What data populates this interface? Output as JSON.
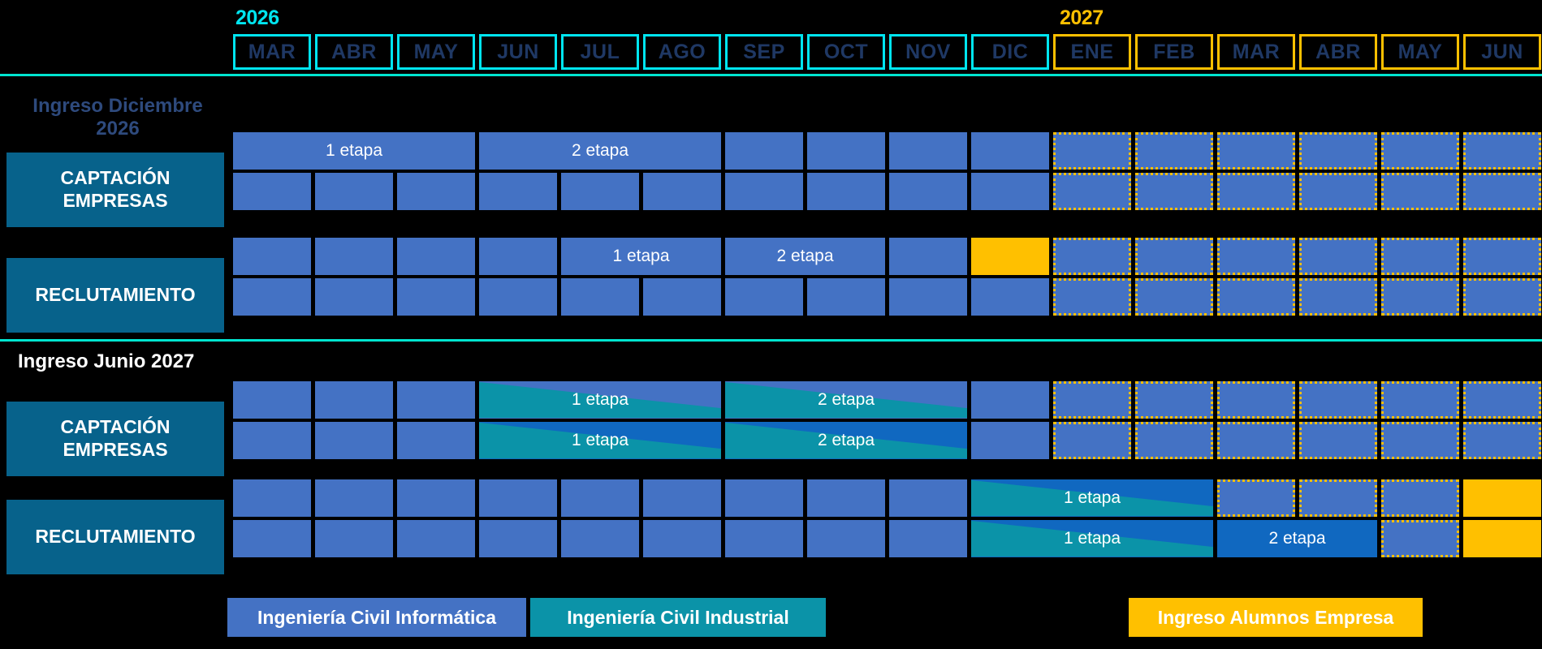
{
  "years": [
    {
      "label": "2026",
      "color": "#00E5F0"
    },
    {
      "label": "2027",
      "color": "#FFC000"
    }
  ],
  "months": [
    {
      "label": "MAR",
      "year": "2026"
    },
    {
      "label": "ABR",
      "year": "2026"
    },
    {
      "label": "MAY",
      "year": "2026"
    },
    {
      "label": "JUN",
      "year": "2026"
    },
    {
      "label": "JUL",
      "year": "2026"
    },
    {
      "label": "AGO",
      "year": "2026"
    },
    {
      "label": "SEP",
      "year": "2026"
    },
    {
      "label": "OCT",
      "year": "2026"
    },
    {
      "label": "NOV",
      "year": "2026"
    },
    {
      "label": "DIC",
      "year": "2026"
    },
    {
      "label": "ENE",
      "year": "2027"
    },
    {
      "label": "FEB",
      "year": "2027"
    },
    {
      "label": "MAR",
      "year": "2027"
    },
    {
      "label": "ABR",
      "year": "2027"
    },
    {
      "label": "MAY",
      "year": "2027"
    },
    {
      "label": "JUN",
      "year": "2027"
    }
  ],
  "sections": [
    {
      "id": "ingreso-diciembre-2026",
      "title": "Ingreso Diciembre 2026",
      "title_color": "#2E4A7D",
      "rows": [
        {
          "label": "CAPTACIÓN EMPRESAS",
          "bars_top": [
            "1 etapa",
            "2 etapa"
          ]
        },
        {
          "label": "RECLUTAMIENTO",
          "bars_top": [
            "1 etapa",
            "2 etapa"
          ]
        }
      ]
    },
    {
      "id": "ingreso-junio-2027",
      "title": "Ingreso Junio 2027",
      "title_color": "#FFFFFF",
      "rows": [
        {
          "label": "CAPTACIÓN EMPRESAS",
          "bars_top": [
            "1 etapa",
            "2 etapa"
          ],
          "bars_bottom": [
            "1 etapa",
            "2 etapa"
          ]
        },
        {
          "label": "RECLUTAMIENTO",
          "bars_top": [
            "1 etapa"
          ],
          "bars_bottom": [
            "1 etapa",
            "2 etapa"
          ]
        }
      ]
    }
  ],
  "bar_labels": {
    "etapa1": "1 etapa",
    "etapa2": "2 etapa"
  },
  "legend": [
    {
      "label": "Ingeniería Civil Informática",
      "color": "#4472C4"
    },
    {
      "label": "Ingeniería Civil Industrial",
      "color": "#0B93A8"
    },
    {
      "label": "Ingreso Alumnos Empresa",
      "color": "#FFC000"
    }
  ],
  "colors": {
    "background": "#000000",
    "bar_blue": "#4472C4",
    "bar_blue_strong": "#1068C0",
    "teal": "#0B93A8",
    "yellow": "#FFC000",
    "cyan": "#00E5F0",
    "label_block": "#07628B",
    "navy_text": "#1F3864"
  }
}
